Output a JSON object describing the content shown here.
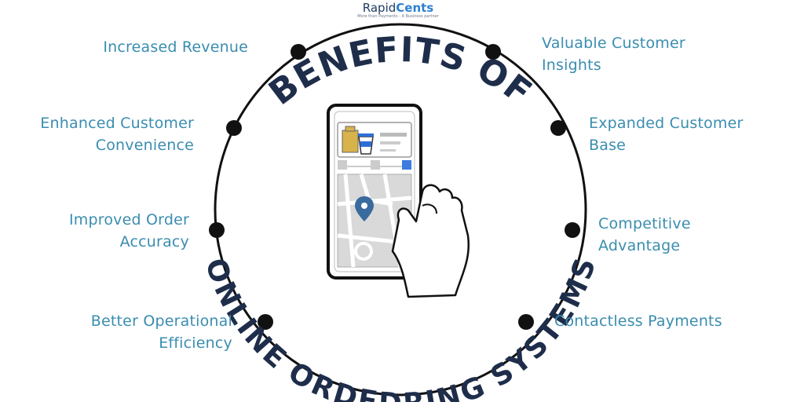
{
  "logo": {
    "brand_prefix": "Rapid",
    "brand_accent": "Cents",
    "tagline": "More than Payments - A Business partner"
  },
  "title": {
    "top": "BENEFITS OF",
    "bottom": "ONLINE ORDEDRING SYSTEMS"
  },
  "benefits_left": [
    {
      "line1": "Increased Revenue",
      "line2": ""
    },
    {
      "line1": "Enhanced Customer",
      "line2": "Convenience"
    },
    {
      "line1": "Improved Order",
      "line2": "Accuracy"
    },
    {
      "line1": "Better Operational",
      "line2": "Efficiency"
    }
  ],
  "benefits_right": [
    {
      "line1": "Valuable Customer",
      "line2": "Insights"
    },
    {
      "line1": "Expanded Customer",
      "line2": "Base"
    },
    {
      "line1": "Competitive",
      "line2": "Advantage"
    },
    {
      "line1": "Contactless Payments",
      "line2": ""
    }
  ],
  "colors": {
    "label": "#3a8db0",
    "title": "#1e2d4a",
    "circle": "#111111",
    "accent": "#3d7be0",
    "map": "#d9d9d9",
    "pin": "#3a6b9e"
  },
  "icons": [
    "smartphone-icon",
    "hand-icon",
    "map-pin-icon",
    "coffee-cup-icon",
    "paper-bag-icon"
  ]
}
